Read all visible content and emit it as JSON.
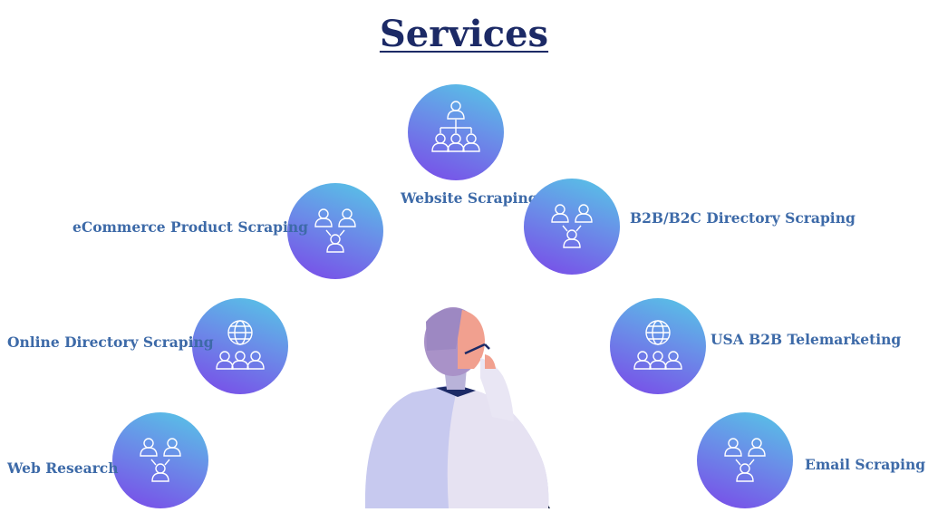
{
  "title": "Services",
  "services": [
    {
      "label": "Website Scraping",
      "icon": "org-chart-icon"
    },
    {
      "label": "eCommerce Product Scraping",
      "icon": "team-network-icon"
    },
    {
      "label": "B2B/B2C Directory Scraping",
      "icon": "team-network-icon"
    },
    {
      "label": "Online Directory Scraping",
      "icon": "globe-users-icon"
    },
    {
      "label": "USA B2B Telemarketing",
      "icon": "globe-users-icon"
    },
    {
      "label": "Web Research",
      "icon": "team-network-icon"
    },
    {
      "label": "Email Scraping",
      "icon": "team-network-icon"
    }
  ],
  "colors": {
    "title": "#1c2a66",
    "label": "#3d6aa8",
    "circle_top": "#55c8e6",
    "circle_bottom": "#7a48e8"
  }
}
